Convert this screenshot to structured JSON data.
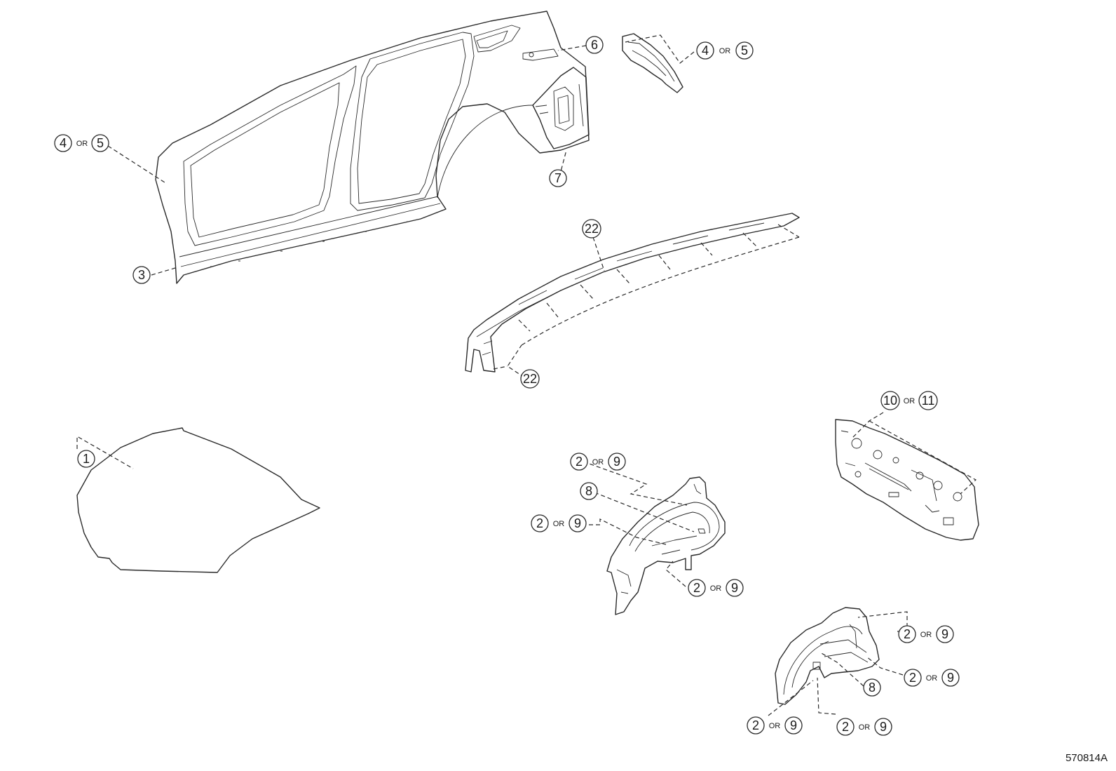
{
  "drawing_id": "570814A",
  "or_label": "OR",
  "callouts": {
    "c_6": "6",
    "c_4or5_top_a": "4",
    "c_4or5_top_b": "5",
    "c_4or5_left_a": "4",
    "c_4or5_left_b": "5",
    "c_7": "7",
    "c_3": "3",
    "c_22_top": "22",
    "c_22_bottom": "22",
    "c_1": "1",
    "c_10or11_a": "10",
    "c_10or11_b": "11",
    "c_2or9_a1": "2",
    "c_2or9_a2": "9",
    "c_8_upper": "8",
    "c_2or9_b1": "2",
    "c_2or9_b2": "9",
    "c_2or9_c1": "2",
    "c_2or9_c2": "9",
    "c_2or9_d1": "2",
    "c_2or9_d2": "9",
    "c_2or9_e1": "2",
    "c_2or9_e2": "9",
    "c_8_lower": "8",
    "c_2or9_f1": "2",
    "c_2or9_f2": "9",
    "c_2or9_g1": "2",
    "c_2or9_g2": "9"
  }
}
